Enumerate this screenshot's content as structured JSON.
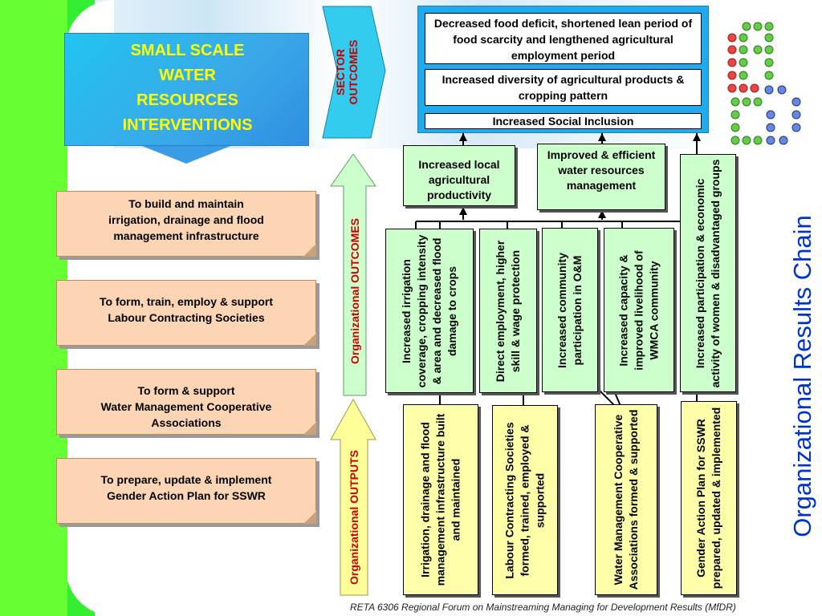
{
  "header": {
    "title_lines": [
      "SMALL SCALE",
      "WATER",
      "RESOURCES",
      "INTERVENTIONS"
    ]
  },
  "activities": [
    {
      "text_lines": [
        "To build and maintain",
        "irrigation, drainage and flood",
        "management infrastructure"
      ]
    },
    {
      "text_lines": [
        "To form, train, employ & support",
        "Labour Contracting Societies"
      ]
    },
    {
      "text_lines": [
        "To form & support",
        "Water Management Cooperative",
        "Associations"
      ]
    },
    {
      "text_lines": [
        "To prepare, update & implement",
        "Gender Action Plan for SSWR"
      ]
    }
  ],
  "arrows": {
    "sector_outcomes": [
      "SECTOR",
      "OUTCOMES"
    ],
    "org_outcomes": "Organizational OUTCOMES",
    "org_outputs": "Organizational OUTPUTS"
  },
  "sector_outcomes": [
    "Decreased food deficit, shortened lean period of food scarcity and lengthened agricultural employment period",
    "Increased diversity of agricultural products & cropping pattern",
    "Increased Social Inclusion"
  ],
  "intermediate_outcomes": [
    "Increased local agricultural productivity",
    "Improved & efficient water resources management"
  ],
  "participation_outcome": "Increased participation & economic activity of women & disadvantaged groups",
  "org_outcomes": [
    "Increased irrigation coverage, cropping intensity & area and decreased flood damage to crops",
    "Direct employment, higher skill & wage protection",
    "Increased community participation in O&M",
    "Increased capacity & improved livelihood of WMCA community"
  ],
  "org_outputs": [
    "Irrigation, drainage and flood management infrastructure built and maintained",
    "Labour Contracting Societies formed, trained, employed & supported",
    "Water Management Cooperative Associations formed & supported",
    "Gender Action Plan for SSWR prepared, updated & implemented"
  ],
  "side_title": "Organizational Results Chain",
  "footer": "RETA 6306 Regional Forum on Mainstreaming Managing for Development Results (MfDR)",
  "colors": {
    "accent_red": "#cc0000",
    "title_blue": "#0033cc",
    "outcome_green": "#ccffcc",
    "output_yellow": "#ffffaa",
    "activity_peach": "#fcd5b4",
    "header_yellow": "#ffff00"
  },
  "icons": [
    "mdr-logo-icon"
  ]
}
